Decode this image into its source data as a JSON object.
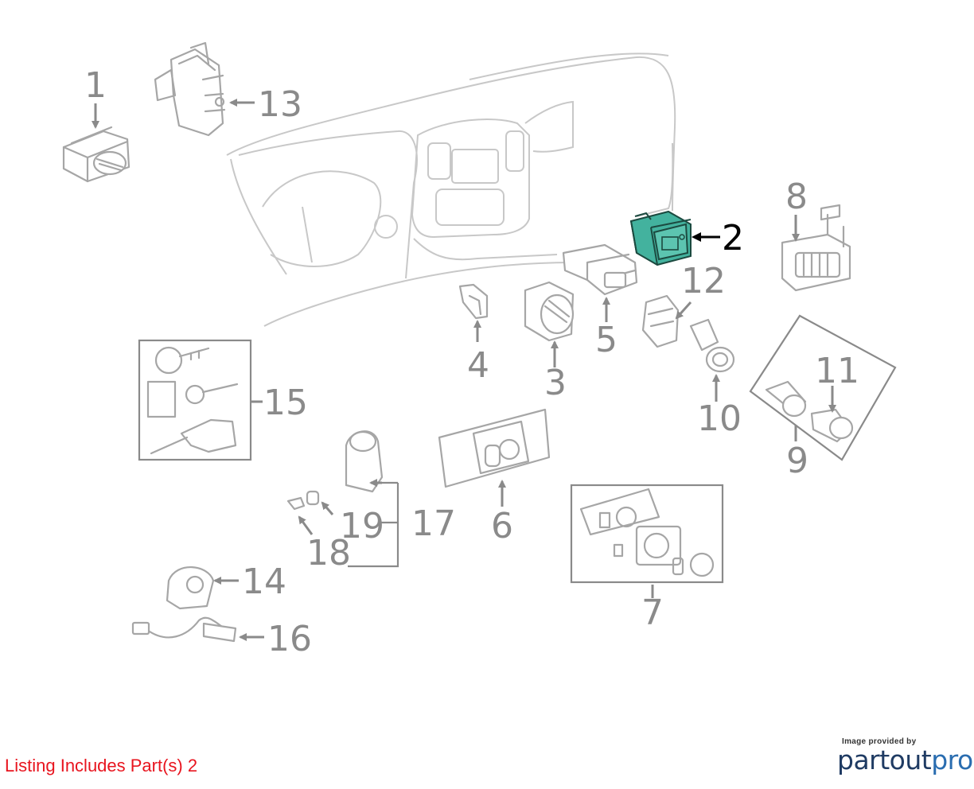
{
  "listing_text": "Listing Includes Part(s) 2",
  "credit": {
    "caption": "Image provided by",
    "brand_part1": "partout",
    "brand_part2": "pro"
  },
  "diagram": {
    "highlight_color": "#43b29e",
    "callouts": [
      {
        "id": "1",
        "label": "1",
        "highlighted": false
      },
      {
        "id": "2",
        "label": "2",
        "highlighted": true
      },
      {
        "id": "3",
        "label": "3",
        "highlighted": false
      },
      {
        "id": "4",
        "label": "4",
        "highlighted": false
      },
      {
        "id": "5",
        "label": "5",
        "highlighted": false
      },
      {
        "id": "6",
        "label": "6",
        "highlighted": false
      },
      {
        "id": "7",
        "label": "7",
        "highlighted": false
      },
      {
        "id": "8",
        "label": "8",
        "highlighted": false
      },
      {
        "id": "9",
        "label": "9",
        "highlighted": false
      },
      {
        "id": "10",
        "label": "10",
        "highlighted": false
      },
      {
        "id": "11",
        "label": "11",
        "highlighted": false
      },
      {
        "id": "12",
        "label": "12",
        "highlighted": false
      },
      {
        "id": "13",
        "label": "13",
        "highlighted": false
      },
      {
        "id": "14",
        "label": "14",
        "highlighted": false
      },
      {
        "id": "15",
        "label": "15",
        "highlighted": false
      },
      {
        "id": "16",
        "label": "16",
        "highlighted": false
      },
      {
        "id": "17",
        "label": "17",
        "highlighted": false
      },
      {
        "id": "18",
        "label": "18",
        "highlighted": false
      },
      {
        "id": "19",
        "label": "19",
        "highlighted": false
      }
    ]
  }
}
